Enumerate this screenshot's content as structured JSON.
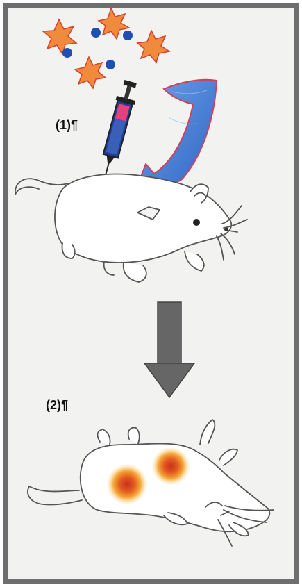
{
  "steps": [
    {
      "label": "(1)¶"
    },
    {
      "label": "(2)¶"
    }
  ],
  "colors": {
    "frame": "#6e6e6e",
    "paper": "#f1f1ef",
    "pencil": "#555555",
    "star_fill": "#f08a3c",
    "star_edge": "#d8402a",
    "dot_blue": "#1f4fb5",
    "syringe_body": "#1e3f98",
    "syringe_liquid": "#e8407a",
    "syringe_dark": "#222222",
    "light_beam": "#3f7bd0",
    "light_beam_edge": "#d0405a",
    "arrow": "#666666",
    "spot_outer": "#f4a530",
    "spot_inner": "#d84520"
  },
  "icons": [
    "star-particle",
    "blue-dot-particle",
    "syringe",
    "light-beam",
    "mouse-injected",
    "process-arrow",
    "mouse-fluorescent"
  ]
}
